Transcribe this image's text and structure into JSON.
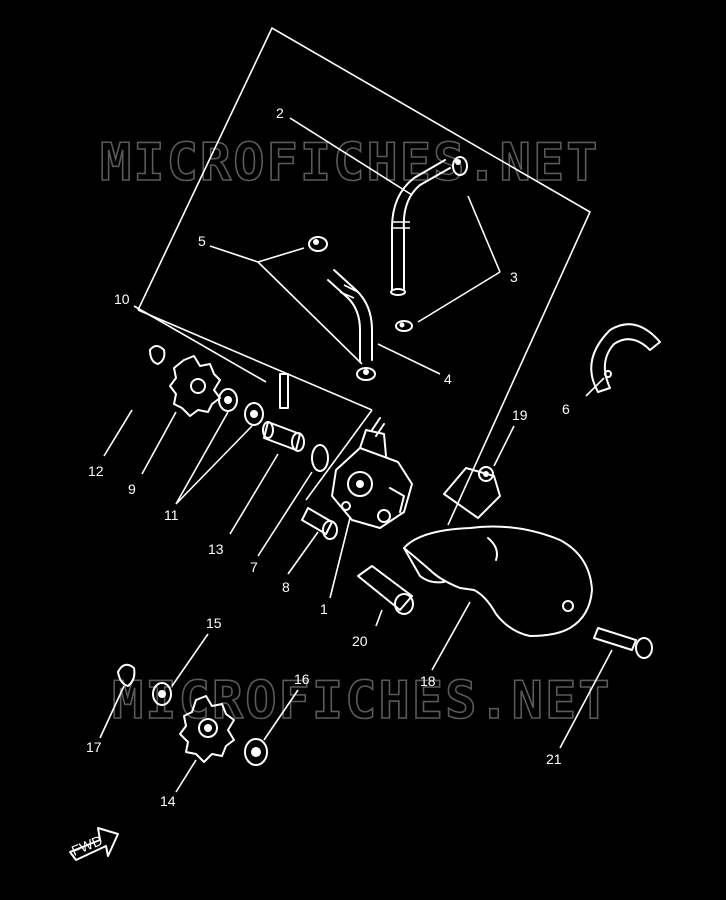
{
  "watermark": "MICROFICHES.NET",
  "fwd_label": "FWD",
  "callouts": [
    "1",
    "2",
    "3",
    "4",
    "5",
    "6",
    "7",
    "8",
    "9",
    "10",
    "11",
    "12",
    "13",
    "14",
    "15",
    "16",
    "17",
    "18",
    "19",
    "20",
    "21"
  ]
}
